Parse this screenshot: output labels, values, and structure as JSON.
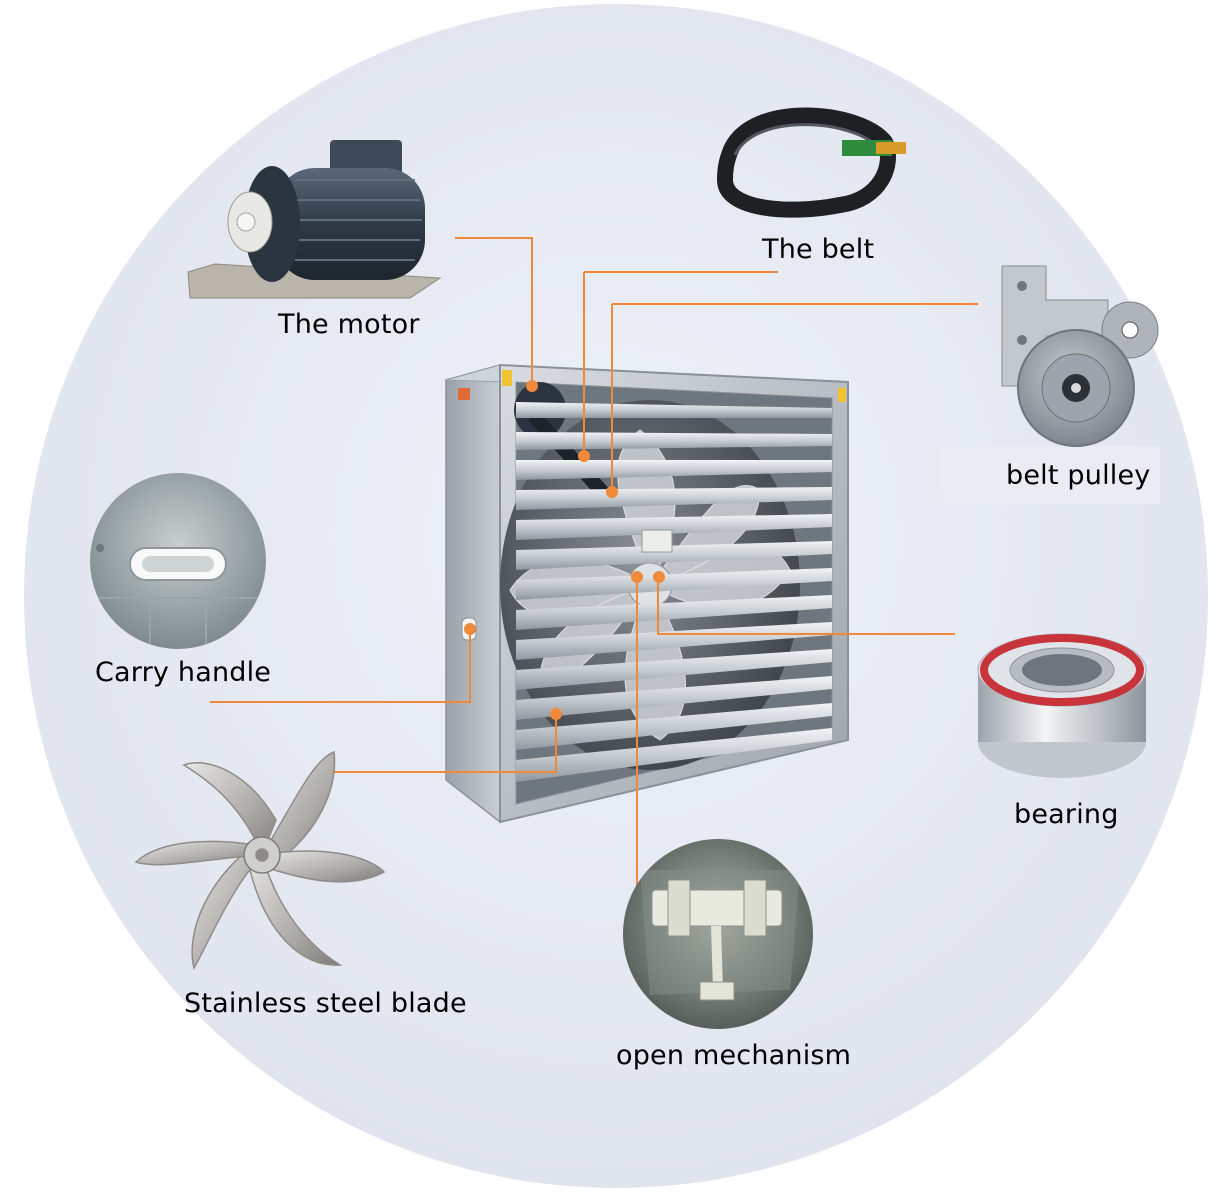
{
  "colors": {
    "background_circle": "#e4e8f1",
    "leader_line": "#f0893a",
    "galvanized_steel": "#bfc4c9",
    "label_text": "#222222"
  },
  "labels": {
    "motor": "The motor",
    "belt": "The belt",
    "belt_pulley": "belt pulley",
    "carry_handle": "Carry handle",
    "bearing": "bearing",
    "blade": "Stainless steel blade",
    "open_mechanism": "open mechanism"
  },
  "icons": {
    "motor": "electric-motor-icon",
    "belt": "drive-belt-icon",
    "belt_pulley": "belt-pulley-icon",
    "carry_handle": "carry-handle-icon",
    "bearing": "bearing-icon",
    "blade": "fan-blade-icon",
    "open_mechanism": "shutter-mechanism-icon",
    "fan": "exhaust-fan-icon"
  }
}
